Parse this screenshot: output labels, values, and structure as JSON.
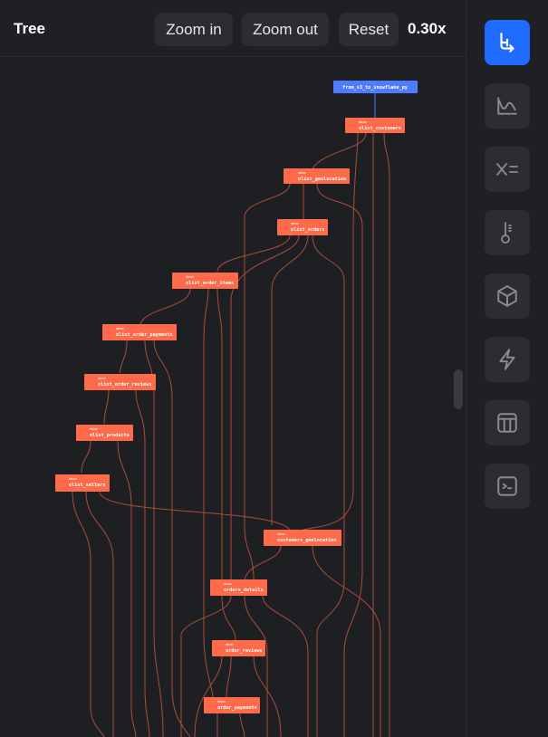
{
  "header": {
    "title": "Tree",
    "zoom_in": "Zoom in",
    "zoom_out": "Zoom out",
    "reset": "Reset",
    "zoom_level": "0.30x"
  },
  "colors": {
    "node": "#ff6a4a",
    "source_node": "#4f7cff",
    "edge": "#c0573f",
    "active_sidebar": "#1f6bff"
  },
  "sidebar": [
    {
      "icon": "tree-icon",
      "active": true
    },
    {
      "icon": "chart-icon",
      "active": false
    },
    {
      "icon": "variables-icon",
      "active": false
    },
    {
      "icon": "thermometer-icon",
      "active": false
    },
    {
      "icon": "cube-icon",
      "active": false
    },
    {
      "icon": "lightning-icon",
      "active": false
    },
    {
      "icon": "table-icon",
      "active": false
    },
    {
      "icon": "terminal-icon",
      "active": false
    }
  ],
  "nodes": [
    {
      "label": "from_s3_to_snowflake_py",
      "tag": "",
      "kind": "source"
    },
    {
      "label": "olist_customers",
      "tag": "dbmo"
    },
    {
      "label": "olist_geolocation",
      "tag": "dbmo"
    },
    {
      "label": "olist_orders",
      "tag": "dbmo"
    },
    {
      "label": "olist_order_items",
      "tag": "dbmo"
    },
    {
      "label": "olist_order_payments",
      "tag": "dbmo"
    },
    {
      "label": "olist_order_reviews",
      "tag": "dbmo"
    },
    {
      "label": "olist_products",
      "tag": "dbmo"
    },
    {
      "label": "olist_sellers",
      "tag": "dbmo"
    },
    {
      "label": "customers_geolocation",
      "tag": "dbmo"
    },
    {
      "label": "orders_details",
      "tag": "dbmo"
    },
    {
      "label": "order_reviews",
      "tag": "dbmo"
    },
    {
      "label": "order_payments",
      "tag": "dbmo"
    }
  ]
}
